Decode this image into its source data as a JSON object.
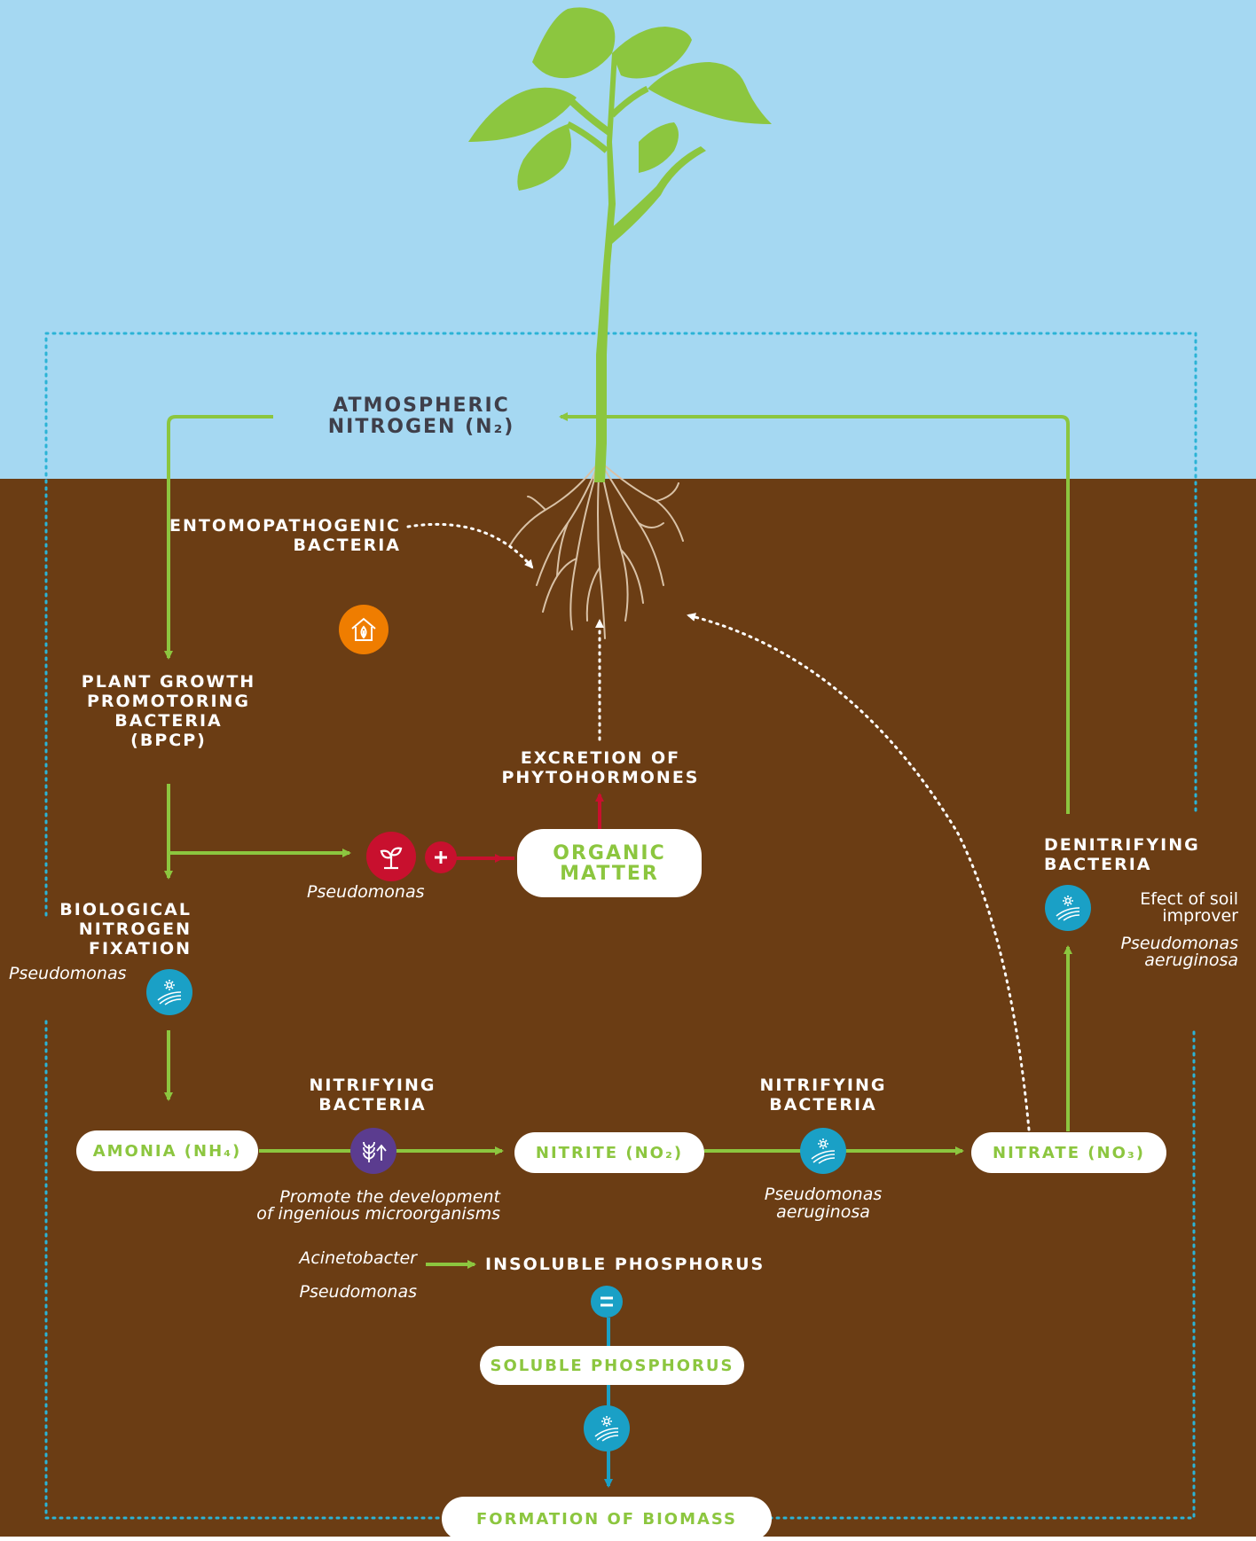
{
  "colors": {
    "sky": "#a5d8f2",
    "soil": "#6b3d14",
    "green": "#8cc63f",
    "red": "#c8102e",
    "blue_dots": "#2bb3d6",
    "teal_icon": "#1aa0c6",
    "orange_icon": "#ef7d00",
    "purple_icon": "#5b3c8f",
    "root": "#d9c2a7"
  },
  "atmosphere": {
    "line1": "ATMOSPHERIC",
    "line2": "NITROGEN (N₂)"
  },
  "entomopathogenic": {
    "line1": "ENTOMOPATHOGENIC",
    "line2": "BACTERIA",
    "icon": "house-leaf-icon"
  },
  "pgpb": {
    "line1": "PLANT GROWTH",
    "line2": "PROMOTORING",
    "line3": "BACTERIA",
    "line4": "(BPCP)"
  },
  "pseudomonas_plant": {
    "label": "Pseudomonas",
    "icon": "sprout-icon",
    "plus_icon": "plus-icon"
  },
  "organic_matter": {
    "line1": "ORGANIC",
    "line2": "MATTER"
  },
  "phytohormones": {
    "line1": "EXCRETION OF",
    "line2": "PHYTOHORMONES"
  },
  "bnf": {
    "line1": "BIOLOGICAL",
    "line2": "NITROGEN",
    "line3": "FIXATION",
    "species": "Pseudomonas",
    "icon": "soil-sun-icon"
  },
  "denitrifying": {
    "line1": "DENITRIFYING",
    "line2": "BACTERIA",
    "effect1": "Efect of soil",
    "effect2": "improver",
    "species1": "Pseudomonas",
    "species2": "aeruginosa",
    "icon": "soil-sun-icon"
  },
  "amonia": {
    "label": "AMONIA (NH₄)"
  },
  "nitrifying1": {
    "line1": "NITRIFYING",
    "line2": "BACTERIA",
    "note1": "Promote the development",
    "note2": "of ingenious microorganisms",
    "icon": "wheat-arrow-icon"
  },
  "nitrite": {
    "label": "NITRITE (NO₂)"
  },
  "nitrifying2": {
    "line1": "NITRIFYING",
    "line2": "BACTERIA",
    "species1": "Pseudomonas",
    "species2": "aeruginosa",
    "icon": "soil-sun-icon"
  },
  "nitrate": {
    "label": "NITRATE (NO₃)"
  },
  "phosphorus": {
    "acinetobacter": "Acinetobacter",
    "pseudomonas": "Pseudomonas",
    "insoluble": "INSOLUBLE PHOSPHORUS",
    "equals_icon": "equals-icon",
    "soluble": "SOLUBLE PHOSPHORUS",
    "icon": "soil-sun-icon"
  },
  "biomass": {
    "label": "FORMATION OF BIOMASS"
  }
}
